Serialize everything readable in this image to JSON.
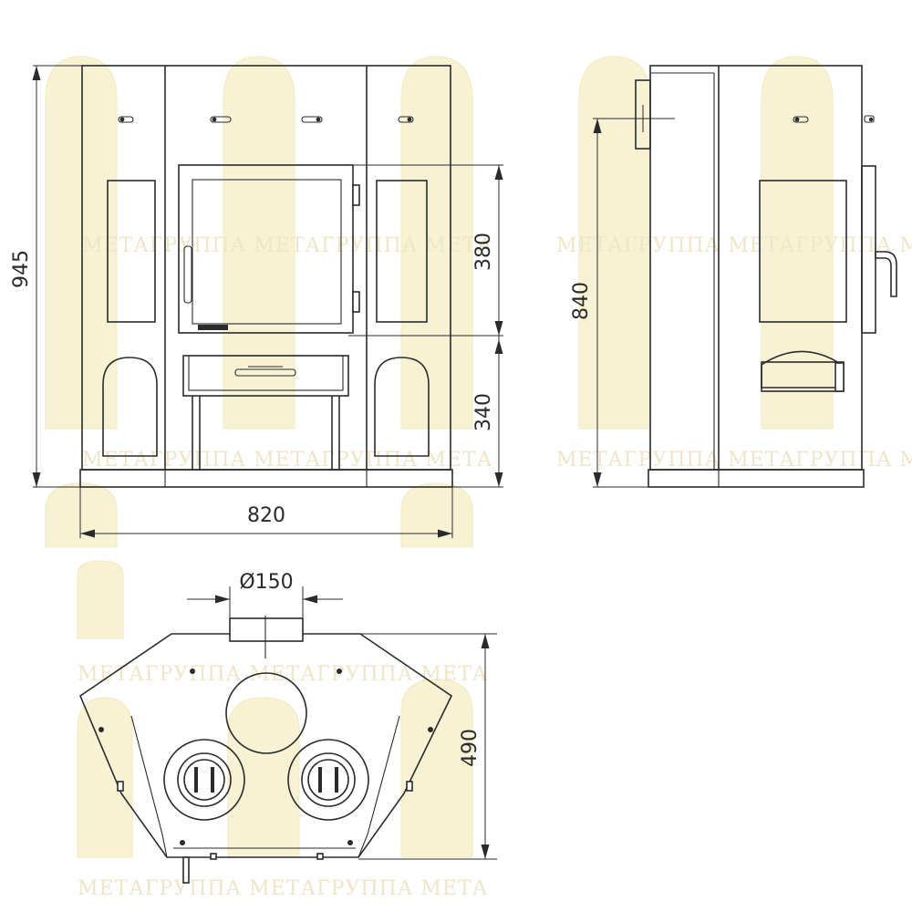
{
  "front_view": {
    "height_label": "945",
    "upper_height_label": "380",
    "lower_height_label": "340",
    "width_label": "820"
  },
  "side_view": {
    "height_label": "840"
  },
  "top_view": {
    "flue_diameter_label": "Ø150",
    "depth_label": "490"
  },
  "watermark": {
    "text": "МЕТАГРУППА МЕТАГРУППА МЕТА"
  }
}
